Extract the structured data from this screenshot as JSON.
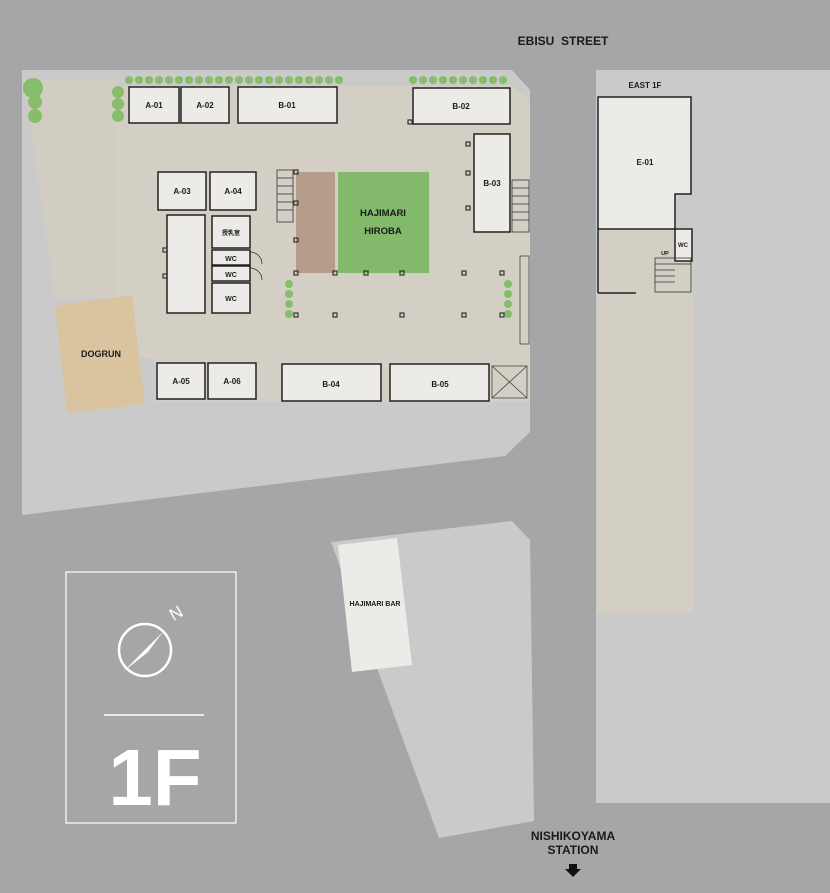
{
  "streets": {
    "north": "EBISU  STREET",
    "station_line1": "NISHIKOYAMA",
    "station_line2": "STATION"
  },
  "east_building": {
    "title": "EAST 1F",
    "unit": "E-01",
    "wc": "WC",
    "up": "UP"
  },
  "plaza": {
    "line1": "HAJIMARI",
    "line2": "HIROBA"
  },
  "dogrun": "DOGRUN",
  "bar": "HAJIMARI BAR",
  "units": {
    "a01": "A-01",
    "a02": "A-02",
    "a03": "A-03",
    "a04": "A-04",
    "a05": "A-05",
    "a06": "A-06",
    "b01": "B-01",
    "b02": "B-02",
    "b03": "B-03",
    "b04": "B-04",
    "b05": "B-05"
  },
  "facilities": {
    "nursing_room": "授乳室",
    "wc1": "WC",
    "wc2": "WC",
    "wc3": "WC"
  },
  "legend": {
    "north_letter": "N",
    "floor": "1F"
  },
  "colors": {
    "road": "#a4a6a8",
    "block": "#cacaca",
    "courtyard": "#d4cfc4",
    "plaza_green": "#82b96a",
    "wood_deck": "#b59c8b",
    "dogrun": "#dac4a0",
    "unit": "#ecebe7"
  }
}
